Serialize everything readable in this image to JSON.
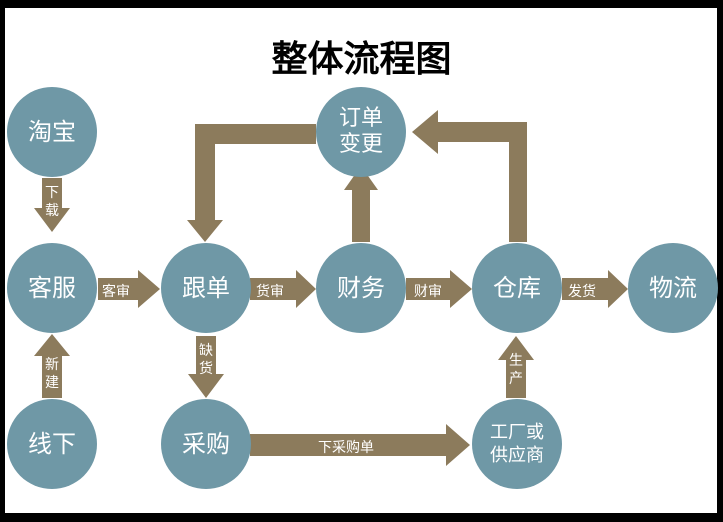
{
  "title": "整体流程图",
  "colors": {
    "node": "#6f98a6",
    "arrow": "#8c7b5c",
    "text": "#ffffff"
  },
  "nodes": {
    "taobao": "淘宝",
    "kefu": "客服",
    "xianxia": "线下",
    "gendan": "跟单",
    "caigou": "采购",
    "dingdan_line1": "订单",
    "dingdan_line2": "变更",
    "caiwu": "财务",
    "cangku": "仓库",
    "wuliu": "物流",
    "gongchang_line1": "工厂或",
    "gongchang_line2": "供应商"
  },
  "edge_labels": {
    "xiazai": [
      "下",
      "载"
    ],
    "xinjian": [
      "新",
      "建"
    ],
    "queho": [
      "缺",
      "货"
    ],
    "shengchan": [
      "生",
      "产"
    ],
    "keshen": "客审",
    "huoshen": "货审",
    "caishen": "财审",
    "fahuo": "发货",
    "xiacaigoudan": "下采购单"
  }
}
